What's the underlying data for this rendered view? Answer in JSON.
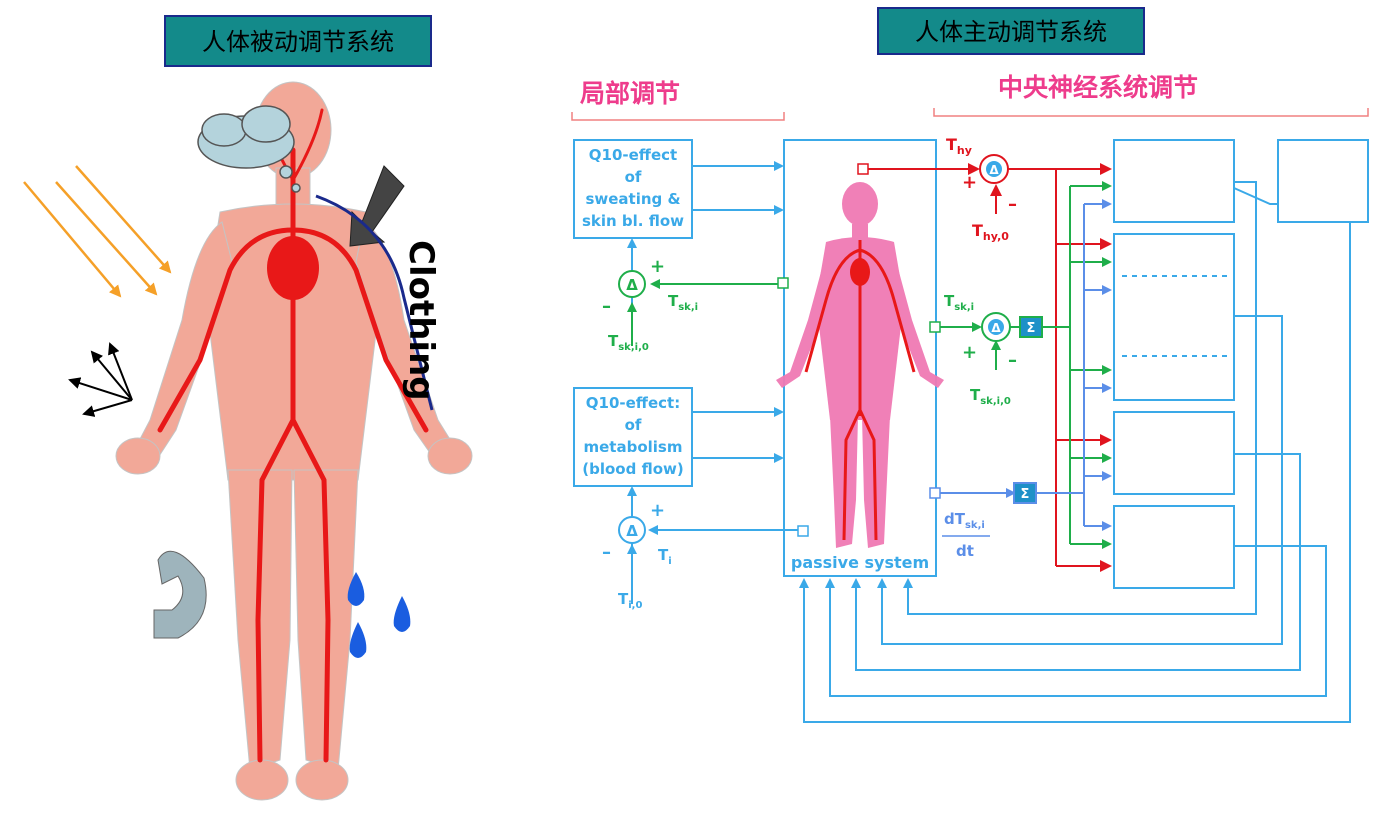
{
  "left_panel": {
    "header": "人体被动调节系统",
    "clothing_label": "Clothing"
  },
  "right_panel": {
    "header": "人体主动调节系统",
    "local_title": "局部调节",
    "cns_title": "中央神经系统调节",
    "block_q10_sweat": [
      "Q10-effect",
      "of",
      "sweating &",
      "skin bl. flow"
    ],
    "block_q10_metab": [
      "Q10-effect:",
      "of",
      "metabolism",
      "(blood flow)"
    ],
    "passive_label": "passive system",
    "signals": {
      "t_sk_i_main": "T",
      "t_sk_i_sub": "sk,i",
      "t_sk_i0_main": "T",
      "t_sk_i0_sub": "sk,i,0",
      "t_i_main": "T",
      "t_i_sub": "i",
      "t_i0_main": "T",
      "t_i0_sub": "i,0",
      "t_hy_main": "T",
      "t_hy_sub": "hy",
      "t_hy0_main": "T",
      "t_hy0_sub": "hy,0",
      "t_ski_r_main": "T",
      "t_ski_r_sub": "sk,i",
      "t_ski0_r_main": "T",
      "t_ski0_r_sub": "sk,i,0",
      "dt_num_main": "dT",
      "dt_num_sub": "sk,i",
      "dt_den": "dt"
    },
    "symbols": {
      "plus": "+",
      "minus": "–",
      "delta": "Δ",
      "sigma": "Σ"
    }
  },
  "colors": {
    "header_fill": "#138a8a",
    "header_border": "#1a2a8c",
    "cyan": "#3aa9e8",
    "green": "#1fae4a",
    "red": "#e0141e",
    "blue": "#5b8ee8",
    "pink_title": "#ee3c8c",
    "body_pink": "#f2a898",
    "body2_pink": "#f07ab4"
  }
}
